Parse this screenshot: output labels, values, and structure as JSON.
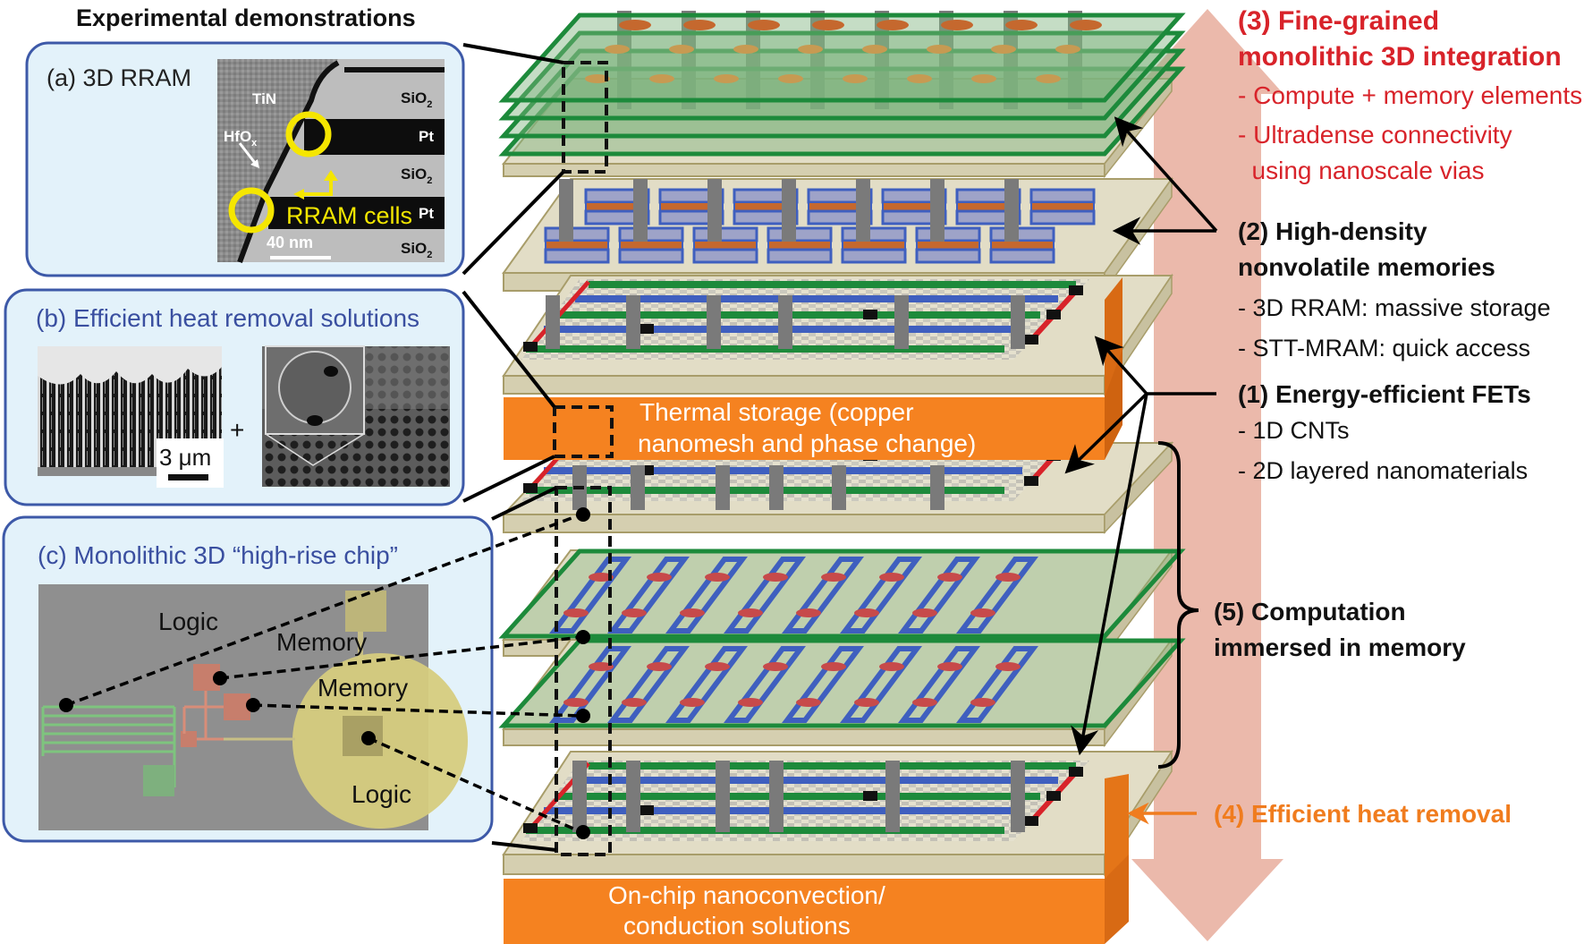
{
  "heading": "Experimental demonstrations",
  "panels": {
    "a": {
      "title": "(a) 3D RRAM",
      "tem_labels": {
        "tin": "TiN",
        "hfox": "HfO",
        "hfox_sub": "x",
        "sio2_1": "SiO",
        "sio2_sub": "2",
        "pt_1": "Pt",
        "sio2_2": "SiO",
        "pt_2": "Pt",
        "sio2_3": "SiO",
        "rram_cells": "RRAM cells",
        "scale": "40 nm"
      }
    },
    "b": {
      "title": "(b) Efficient heat removal solutions",
      "scale": "3 μm",
      "plus": "+"
    },
    "c": {
      "title": "(c) Monolithic 3D “high-rise chip”",
      "labels": {
        "logic_top": "Logic",
        "memory_top": "Memory",
        "memory_mid": "Memory",
        "logic_bottom": "Logic"
      }
    }
  },
  "stack": {
    "thermal_storage": [
      "Thermal storage (copper",
      "nanomesh and phase change)"
    ],
    "nanoconvection": [
      "On-chip nanoconvection/",
      "conduction solutions"
    ]
  },
  "annotations": {
    "item3": {
      "title": [
        "(3) Fine-grained",
        "monolithic 3D integration"
      ],
      "bullets": [
        "- Compute + memory elements",
        "- Ultradense connectivity",
        "  using nanoscale vias"
      ]
    },
    "item2": {
      "title": [
        "(2) High-density",
        "nonvolatile memories"
      ],
      "bullets": [
        "- 3D RRAM: massive storage",
        "- STT-MRAM: quick access"
      ]
    },
    "item1": {
      "title": "(1) Energy-efficient FETs",
      "bullets": [
        "- 1D CNTs",
        "- 2D layered nanomaterials"
      ]
    },
    "item5": {
      "title": [
        "(5) Computation",
        "immersed in memory"
      ]
    },
    "item4": {
      "title": "(4) Efficient heat removal"
    }
  },
  "colors": {
    "panel_border": "#3d59a8",
    "panel_fill": "#e3f2fa",
    "orange": "#f58220",
    "red_text": "#d8232a",
    "orange_text": "#f07c1e",
    "big_arrow": "#ebb9ab",
    "layer_beige": "#ddd8c0",
    "green_line": "#1d8a3b",
    "blue_line": "#3f5fbf"
  }
}
